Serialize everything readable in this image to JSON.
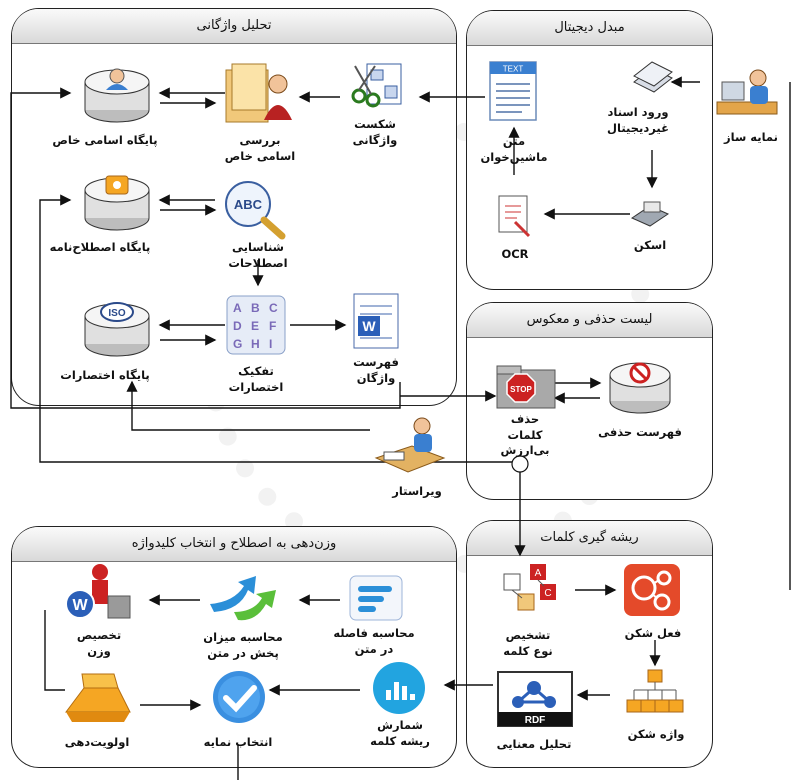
{
  "panels": {
    "lexical": "تحلیل واژگانی",
    "digital": "مبدل دیجیتال",
    "stoplist": "لیست حذفی و معکوس",
    "stemming": "ریشه گیری کلمات",
    "weighting": "وزن‌دهی به اصطلاح و انتخاب کلیدواژه"
  },
  "nodes": {
    "indexer": "نمایه ساز",
    "input_docs": "ورود اسناد\nغیردیجیتال",
    "scan": "اسکن",
    "ocr": "OCR",
    "machine_text": "متن\nماشین‌خوان",
    "word_break": "شکست\nواژگانی",
    "proper_names": "بررسی\nاسامی خاص",
    "proper_db": "پایگاه اسامی خاص",
    "term_id": "شناسایی\nاصطلاحات",
    "thesaurus_db": "پایگاه اصطلاح‌نامه",
    "abbr_sep": "تفکیک\nاختصارات",
    "abbr_db": "پایگاه اختصارات",
    "vocab_list": "فهرست\nواژگان",
    "stopword_remove": "حذف\nکلمات\nبی‌ارزش",
    "stop_list": "فهرست حذفی",
    "editor": "ویراستار",
    "word_type": "تشخیص\nنوع کلمه",
    "verb_break": "فعل شکن",
    "word_break2": "واژه شکن",
    "semantic": "تحلیل معنایی",
    "root_count": "شمارش\nریشه کلمه",
    "doc_distance": "محاسبه فاصله\nدر متن",
    "doc_spread": "محاسبه میزان\nپخش در متن",
    "weight": "تخصیص\nوزن",
    "priority": "اولویت‌دهی",
    "index_select": "انتخاب نمایه"
  },
  "icon_text": {
    "txt": "TEXT",
    "iso": "ISO",
    "abc": "ABC",
    "stop": "STOP",
    "rdf": "RDF",
    "letters": "A B C\nD E F\nG H I"
  },
  "colors": {
    "panel_border": "#222222",
    "title_grad": "#d9d9d9",
    "arrow": "#111111",
    "accent_blue": "#3a7fd0",
    "accent_red": "#cc2222",
    "accent_orange": "#f5a623"
  }
}
